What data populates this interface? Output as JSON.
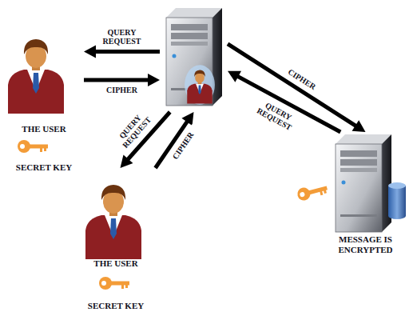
{
  "diagram": {
    "nodes": [
      {
        "text": [
          "THE USER",
          "SECRET KEY"
        ]
      },
      {
        "text": []
      },
      {
        "text": [
          "THE USER",
          "SECRET KEY"
        ]
      },
      {
        "text": [
          "MESSAGE IS ENCRYPTED"
        ]
      }
    ],
    "edges": [
      {
        "from": 1,
        "to": 0,
        "label": "QUERY REQUEST",
        "arrow": "to"
      },
      {
        "from": 0,
        "to": 1,
        "label": "CIPHER",
        "arrow": "to"
      },
      {
        "from": 1,
        "to": 2,
        "label": "QUERY REQUEST",
        "arrow": "to"
      },
      {
        "from": 2,
        "to": 1,
        "label": "CIPHER",
        "arrow": "to"
      },
      {
        "from": 1,
        "to": 3,
        "label": "CIPHER",
        "arrow": "to"
      },
      {
        "from": 3,
        "to": 1,
        "label": "QUERY REQUEST",
        "arrow": "to"
      }
    ]
  }
}
